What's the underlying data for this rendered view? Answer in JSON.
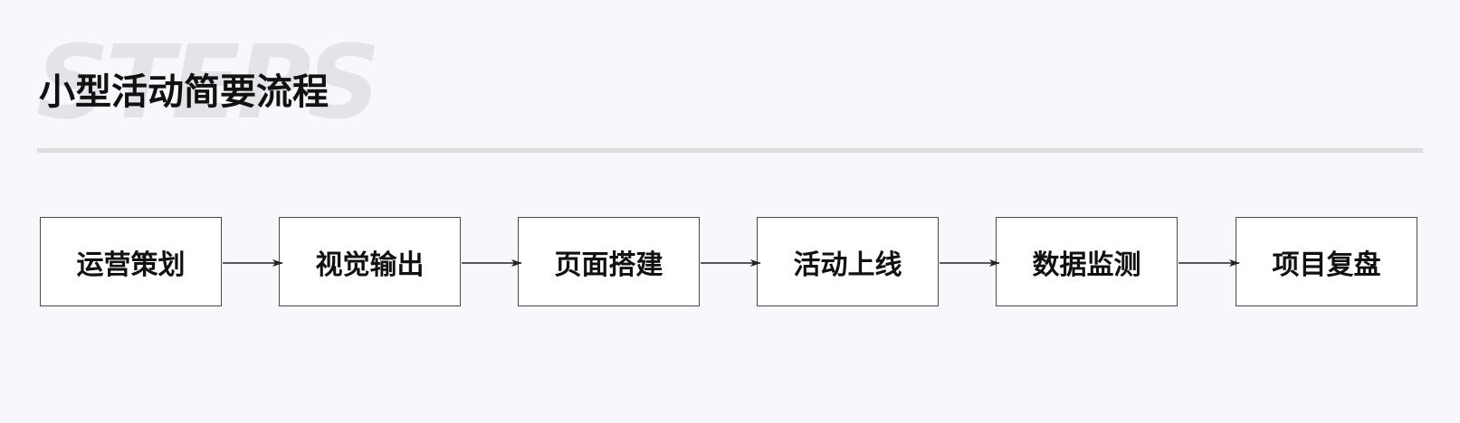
{
  "header": {
    "watermark": "STEPS",
    "title": "小型活动简要流程"
  },
  "flow": {
    "steps": [
      {
        "label": "运营策划"
      },
      {
        "label": "视觉输出"
      },
      {
        "label": "页面搭建"
      },
      {
        "label": "活动上线"
      },
      {
        "label": "数据监测"
      },
      {
        "label": "项目复盘"
      }
    ],
    "colors": {
      "box_border": "#4a4a4a",
      "arrow": "#222222",
      "divider": "#dedede",
      "background": "#f8f8fc"
    }
  }
}
